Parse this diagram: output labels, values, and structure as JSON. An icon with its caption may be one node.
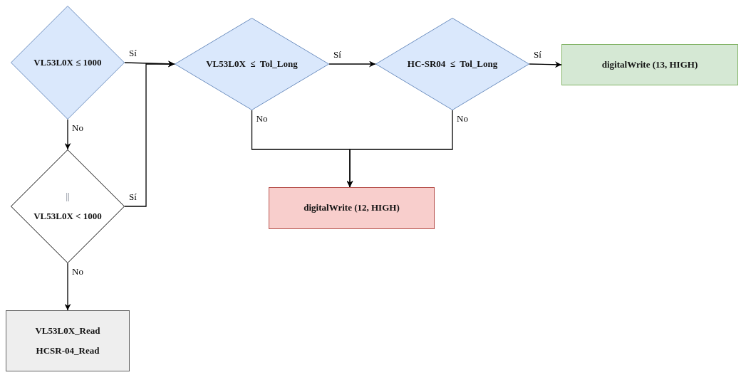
{
  "diagram": {
    "nodes": [
      {
        "text": [
          "VL53L0X ≤ 1000"
        ]
      },
      {
        "text": [
          "||",
          "VL53L0X < 1000"
        ]
      },
      {
        "text": [
          "VL53L0X_Read",
          "HCSR-04_Read"
        ]
      },
      {
        "text": [
          "VL53L0X  ≤  Tol_Long"
        ]
      },
      {
        "text": [
          "HC-SR04  ≤  Tol_Long"
        ]
      },
      {
        "text": [
          "digitalWrite (13, HIGH)"
        ]
      },
      {
        "text": [
          "digitalWrite (12, HIGH)"
        ]
      }
    ],
    "edges": [
      {
        "from": 0,
        "to": 3,
        "arrow": "to",
        "label": "Sí"
      },
      {
        "from": 0,
        "to": 1,
        "arrow": "to",
        "label": "No"
      },
      {
        "from": 1,
        "to": 3,
        "arrow": "to",
        "label": "Sí"
      },
      {
        "from": 1,
        "to": 2,
        "arrow": "to",
        "label": "No"
      },
      {
        "from": 3,
        "to": 4,
        "arrow": "to",
        "label": "Sí"
      },
      {
        "from": 4,
        "to": 5,
        "arrow": "to",
        "label": "Sí"
      },
      {
        "from": 3,
        "to": 6,
        "arrow": "to",
        "label": "No"
      },
      {
        "from": 4,
        "to": 6,
        "arrow": "to",
        "label": "No"
      }
    ]
  }
}
